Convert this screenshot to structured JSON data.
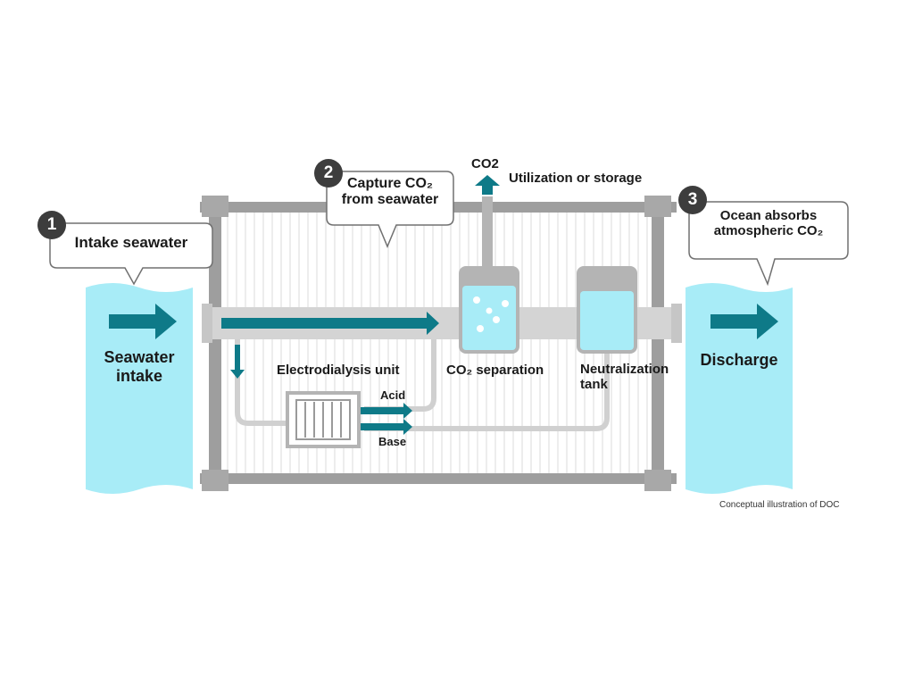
{
  "colors": {
    "water": "#a8ecf7",
    "arrow": "#0e7a88",
    "frame": "#9e9e9e",
    "pipe": "#d4d4d4",
    "badge": "#3d3d3d"
  },
  "steps": [
    {
      "number": "1",
      "label": "Intake seawater"
    },
    {
      "number": "2",
      "label_line1": "Capture CO₂",
      "label_line2": "from seawater"
    },
    {
      "number": "3",
      "label_line1": "Ocean absorbs",
      "label_line2": "atmospheric CO₂"
    }
  ],
  "labels": {
    "seawater_intake_line1": "Seawater",
    "seawater_intake_line2": "intake",
    "discharge": "Discharge",
    "electrodialysis_unit": "Electrodialysis unit",
    "acid": "Acid",
    "base": "Base",
    "co2_separation": "CO₂ separation",
    "neutralization_line1": "Neutralization",
    "neutralization_line2": "tank",
    "co2": "CO2",
    "utilization": "Utilization or storage"
  },
  "caption": "Conceptual illustration of DOC"
}
